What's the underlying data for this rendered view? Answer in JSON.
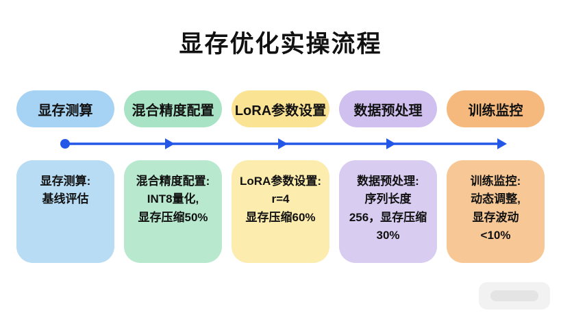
{
  "title": "显存优化实操流程",
  "accent": "#2257e7",
  "stages": [
    {
      "label": "显存测算",
      "detail": [
        "显存测算:",
        "基线评估"
      ],
      "pill_color": "#a6d3f3",
      "card_color": "#b7dcf4"
    },
    {
      "label": "混合精度配置",
      "detail": [
        "混合精度配置:",
        "INT8量化,",
        "显存压缩50%"
      ],
      "pill_color": "#a8e3c5",
      "card_color": "#b8e9cf"
    },
    {
      "label": "LoRA参数设置",
      "detail": [
        "LoRA参数设置:",
        "r=4",
        "显存压缩60%"
      ],
      "pill_color": "#fbe394",
      "card_color": "#fcecae"
    },
    {
      "label": "数据预处理",
      "detail": [
        "数据预处理:",
        "序列长度",
        "256，显存压缩",
        "30%"
      ],
      "pill_color": "#cfc0ef",
      "card_color": "#d8ccf1"
    },
    {
      "label": "训练监控",
      "detail": [
        "训练监控:",
        "动态调整,",
        "显存波动",
        "<10%"
      ],
      "pill_color": "#f5b97e",
      "card_color": "#f7c795"
    }
  ]
}
